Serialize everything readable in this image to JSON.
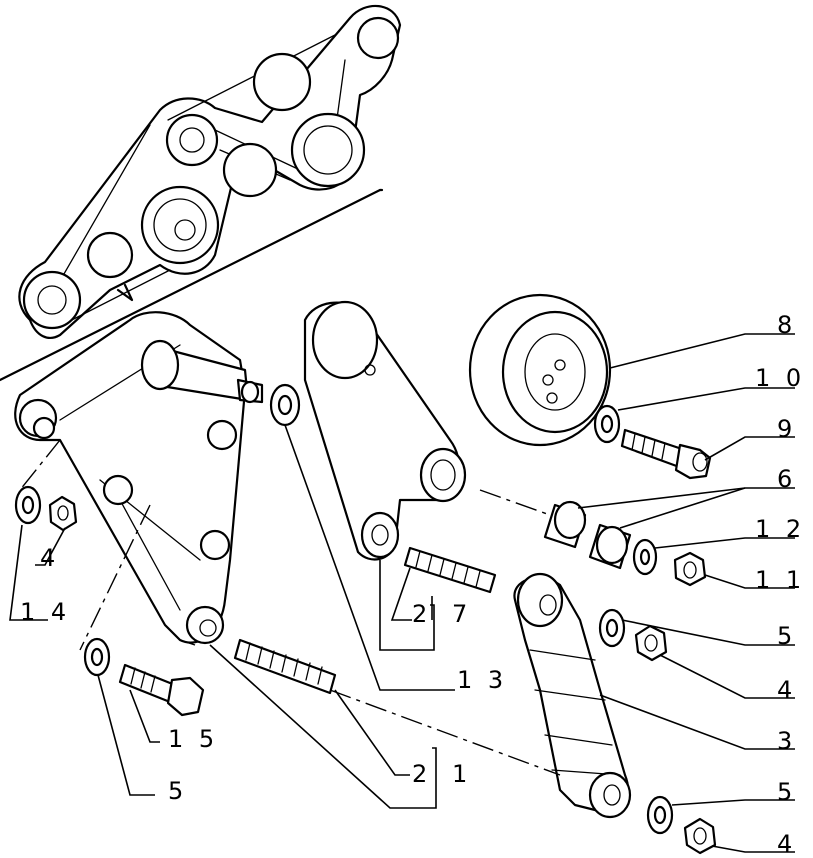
{
  "callouts": [
    {
      "id": "c8",
      "text": "8"
    },
    {
      "id": "c10",
      "text": "1 0"
    },
    {
      "id": "c9",
      "text": "9"
    },
    {
      "id": "c6",
      "text": "6"
    },
    {
      "id": "c12",
      "text": "1 2"
    },
    {
      "id": "c11",
      "text": "1 1"
    },
    {
      "id": "c5a",
      "text": "5"
    },
    {
      "id": "c4a",
      "text": "4"
    },
    {
      "id": "c3",
      "text": "3"
    },
    {
      "id": "c5b",
      "text": "5"
    },
    {
      "id": "c4b",
      "text": "4"
    },
    {
      "id": "c2a",
      "text": "2"
    },
    {
      "id": "c7",
      "text": "7"
    },
    {
      "id": "c13",
      "text": "1 3"
    },
    {
      "id": "c2b",
      "text": "2"
    },
    {
      "id": "c1",
      "text": "1"
    },
    {
      "id": "c4c",
      "text": "4"
    },
    {
      "id": "c14",
      "text": "1 4"
    },
    {
      "id": "c15",
      "text": "1 5"
    },
    {
      "id": "c5c",
      "text": "5"
    }
  ]
}
